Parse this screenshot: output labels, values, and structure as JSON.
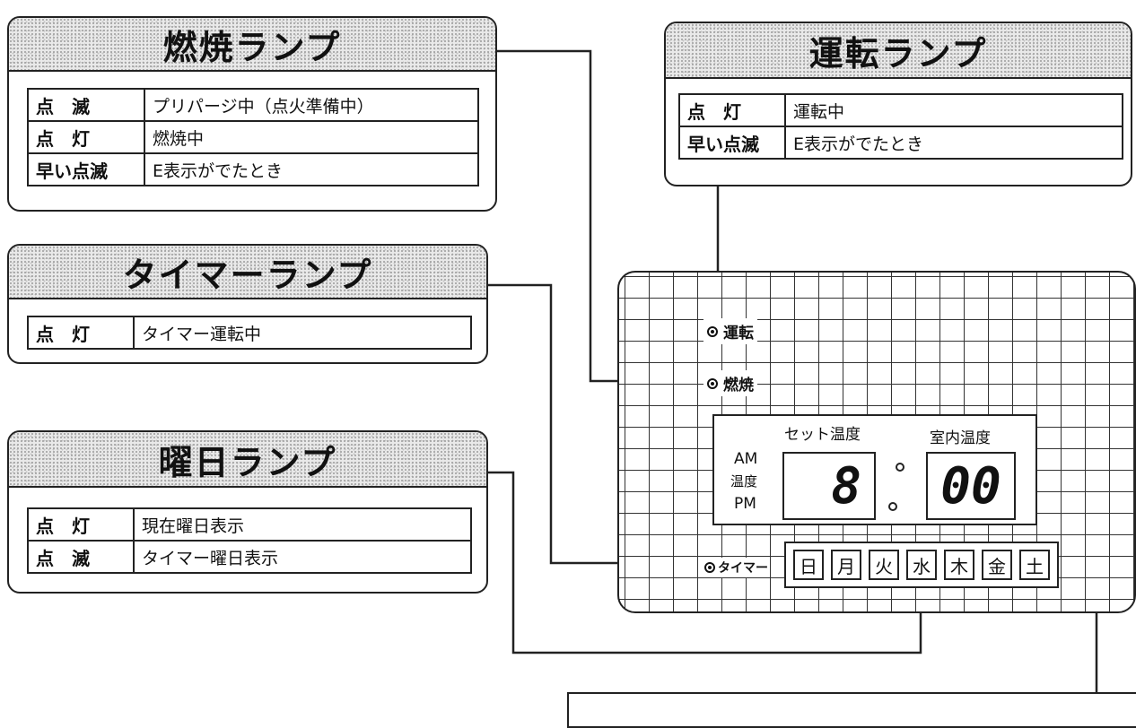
{
  "cards": {
    "combustion": {
      "title": "燃焼ランプ",
      "rows": [
        {
          "state": "点　滅",
          "desc": "プリパージ中（点火準備中）"
        },
        {
          "state": "点　灯",
          "desc": "燃焼中"
        },
        {
          "state": "早い点滅",
          "desc": "E表示がでたとき"
        }
      ]
    },
    "operation": {
      "title": "運転ランプ",
      "rows": [
        {
          "state": "点　灯",
          "desc": "運転中"
        },
        {
          "state": "早い点滅",
          "desc": "E表示がでたとき"
        }
      ]
    },
    "timer": {
      "title": "タイマーランプ",
      "rows": [
        {
          "state": "点　灯",
          "desc": "タイマー運転中"
        }
      ]
    },
    "weekday": {
      "title": "曜日ランプ",
      "rows": [
        {
          "state": "点　灯",
          "desc": "現在曜日表示"
        },
        {
          "state": "点　滅",
          "desc": "タイマー曜日表示"
        }
      ]
    }
  },
  "panel": {
    "lamp_operation": "運転",
    "lamp_combustion": "燃焼",
    "lamp_timer": "タイマー",
    "set_temp_label": "セット温度",
    "room_temp_label": "室内温度",
    "am_label": "AM",
    "temp_label": "温度",
    "pm_label": "PM",
    "set_temp_value": "8",
    "room_temp_value": "00",
    "days": [
      "日",
      "月",
      "火",
      "水",
      "木",
      "金",
      "土"
    ]
  }
}
